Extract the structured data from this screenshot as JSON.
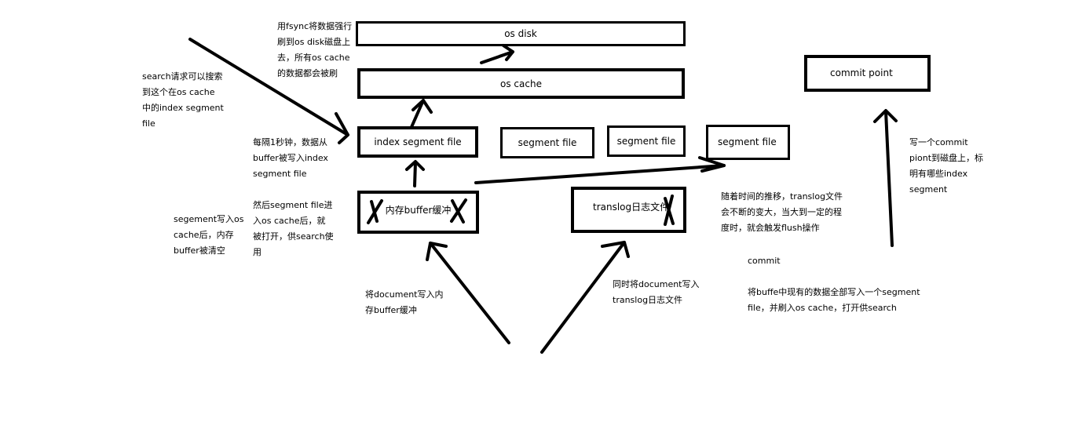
{
  "boxes": {
    "os_disk": "os disk",
    "os_cache": "os cache",
    "index_segment_file": "index segment file",
    "segment_file_1": "segment file",
    "segment_file_2": "segment file",
    "segment_file_3": "segment file",
    "memory_buffer": "内存buffer缓冲",
    "translog": "translog日志文件",
    "commit_point": "commit point"
  },
  "notes": {
    "fsync": [
      "用fsync将数据强行",
      "刷到os disk磁盘上",
      "去，所有os cache",
      "的数据都会被刷"
    ],
    "search": [
      "search请求可以搜索",
      "到这个在os cache",
      "中的index segment",
      "file"
    ],
    "every_second": [
      "每隔1秒钟，数据从",
      "buffer被写入index",
      "segment file"
    ],
    "segment_to_cache": [
      "然后segment file进",
      "入os cache后，就",
      "被打开，供search使",
      "用"
    ],
    "buffer_cleared": [
      "segement写入os",
      "cache后，内存",
      "buffer被清空"
    ],
    "write_document": [
      "将document写入内",
      "存buffer缓冲"
    ],
    "write_translog": [
      "同时将document写入",
      "translog日志文件"
    ],
    "translog_growth": [
      "随着时间的推移，translog文件",
      "会不断的变大，当大到一定的程",
      "度时，就会触发flush操作"
    ],
    "commit_label": "commit",
    "commit_desc": [
      "将buffe中现有的数据全部写入一个segment",
      "file，并刷入os cache，打开供search"
    ],
    "commit_point_desc": [
      "写一个commit",
      "piont到磁盘上，标",
      "明有哪些index",
      "segment"
    ]
  }
}
